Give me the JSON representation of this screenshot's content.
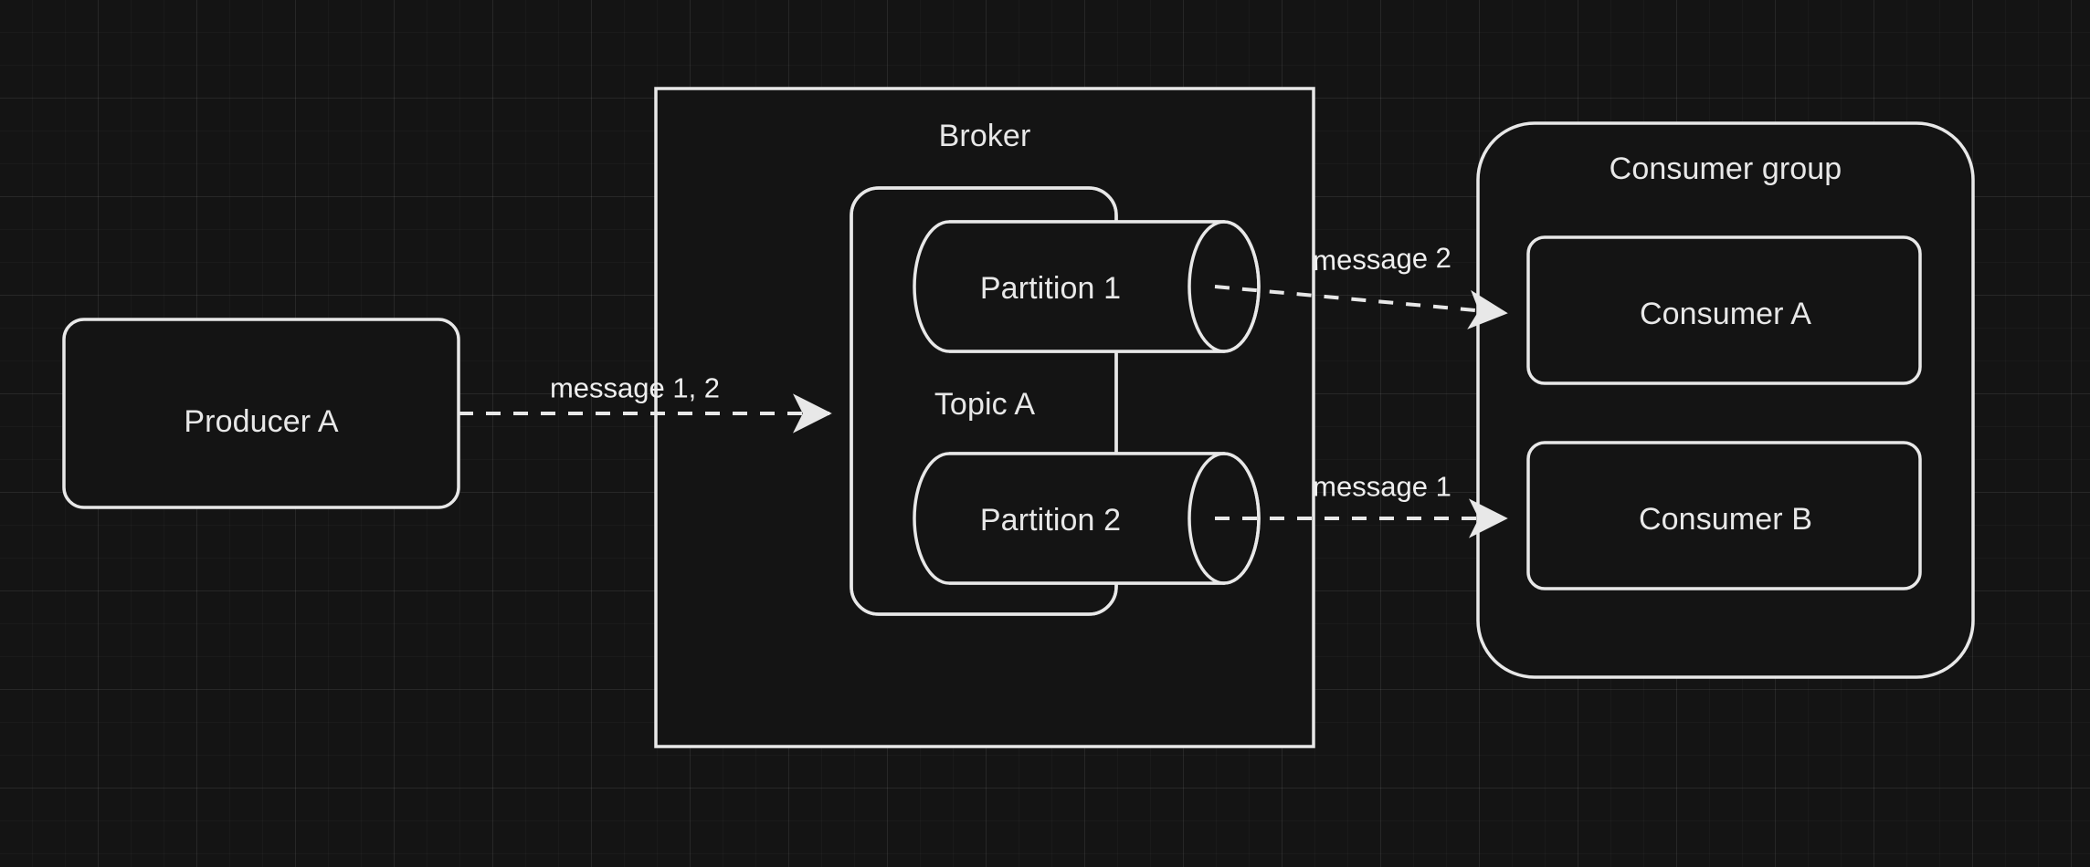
{
  "diagram": {
    "title": "Kafka producer broker consumer group flow",
    "theme": {
      "background": "#141414",
      "stroke": "#e8e8e8",
      "fill": "#141414",
      "grid_minor": "rgba(255,255,255,0.028)",
      "grid_major": "rgba(255,255,255,0.055)",
      "text": "#e8e8e8"
    },
    "nodes": {
      "producer_a": {
        "label": "Producer A",
        "shape": "rounded-rect"
      },
      "broker": {
        "label": "Broker",
        "shape": "rect"
      },
      "topic_a": {
        "label": "Topic A",
        "shape": "rounded-rect"
      },
      "partition_1": {
        "label": "Partition 1",
        "shape": "cylinder"
      },
      "partition_2": {
        "label": "Partition 2",
        "shape": "cylinder"
      },
      "consumer_group": {
        "label": "Consumer group",
        "shape": "rounded-rect"
      },
      "consumer_a": {
        "label": "Consumer A",
        "shape": "rounded-rect"
      },
      "consumer_b": {
        "label": "Consumer B",
        "shape": "rounded-rect"
      }
    },
    "edges": [
      {
        "id": "producer-to-broker",
        "label": "message 1, 2",
        "from": "producer_a",
        "to": "broker",
        "style": "dashed",
        "arrow": "open"
      },
      {
        "id": "partition1-to-consumer-a",
        "label": "message 2",
        "from": "partition_1",
        "to": "consumer_a",
        "style": "dashed",
        "arrow": "open"
      },
      {
        "id": "partition2-to-consumer-b",
        "label": "message 1",
        "from": "partition_2",
        "to": "consumer_b",
        "style": "dashed",
        "arrow": "open"
      }
    ]
  }
}
